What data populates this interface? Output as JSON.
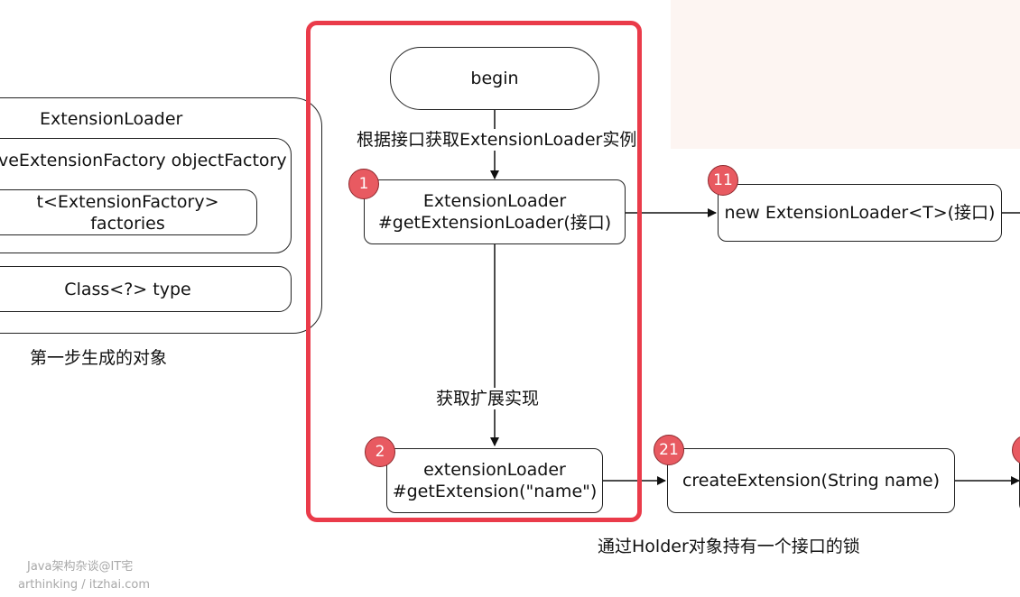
{
  "flow": {
    "begin": "begin",
    "edge_label_1": "根据接口获取ExtensionLoader实例",
    "step1_line1": "ExtensionLoader",
    "step1_line2": "#getExtensionLoader(接口)",
    "edge_label_2": "获取扩展实现",
    "step2_line1": "extensionLoader",
    "step2_line2": "#getExtension(\"name\")",
    "step11": "new ExtensionLoader<T>(接口)",
    "step21": "createExtension(String name)",
    "bottom_note": "通过Holder对象持有一个接口的锁"
  },
  "badges": {
    "b1": "1",
    "b2": "2",
    "b11": "11",
    "b21": "21"
  },
  "object": {
    "title": "ExtensionLoader",
    "factory_field": "veExtensionFactory objectFactory",
    "factories_field": "t<ExtensionFactory> factories",
    "type_field": "Class<?> type",
    "caption": "第一步生成的对象"
  },
  "watermark": {
    "line1": "Java架构杂谈@IT宅",
    "line2": "arthinking / itzhai.com"
  },
  "colors": {
    "highlight": "#ea3b4a",
    "badge": "#e85a61",
    "panel": "#fdf5f2"
  }
}
